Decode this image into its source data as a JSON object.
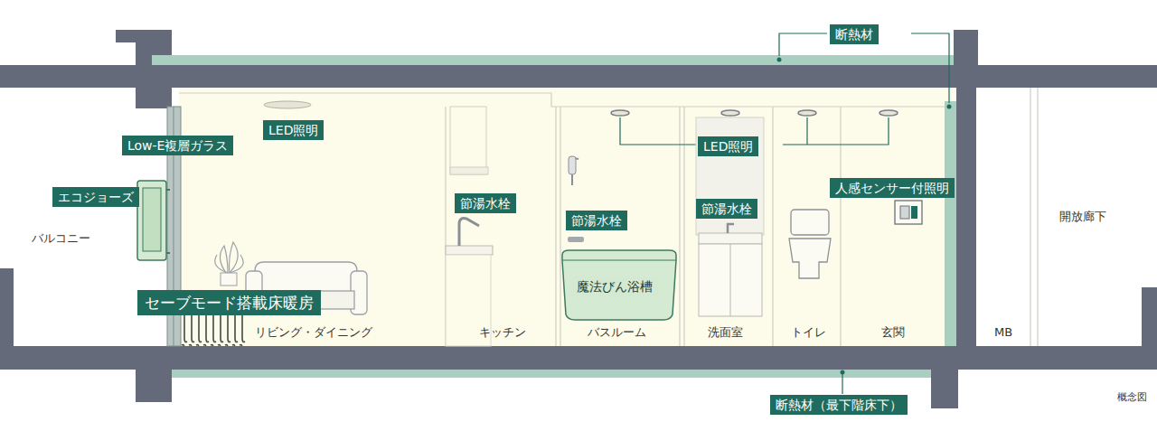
{
  "diagram": {
    "nodes": [
      {
        "text": [
          "断熱材"
        ]
      },
      {
        "text": [
          "LED照明"
        ]
      },
      {
        "text": [
          "Low-E複層ガラス"
        ]
      },
      {
        "text": [
          "LED照明"
        ]
      },
      {
        "text": [
          "人感センサー付照明"
        ]
      },
      {
        "text": [
          "エコジョーズ"
        ]
      },
      {
        "text": [
          "節湯水栓"
        ]
      },
      {
        "text": [
          "節湯水栓"
        ]
      },
      {
        "text": [
          "節湯水栓"
        ]
      },
      {
        "text": [
          "魔法びん浴槽"
        ]
      },
      {
        "text": [
          "セーブモード搭載床暖房"
        ]
      },
      {
        "text": [
          "断熱材（最下階床下）"
        ]
      }
    ],
    "labels": [
      "バルコニー",
      "開放廊下",
      "リビング・ダイニング",
      "キッチン",
      "バスルーム",
      "洗面室",
      "トイレ",
      "玄関",
      "MB",
      "概念図"
    ]
  }
}
